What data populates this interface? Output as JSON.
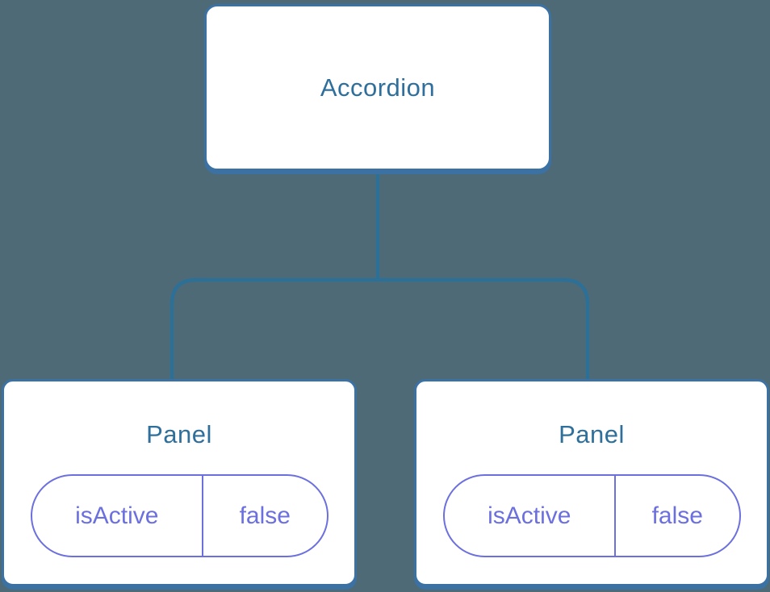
{
  "diagram": {
    "description": "component-tree",
    "root": {
      "label": "Accordion"
    },
    "children": [
      {
        "label": "Panel",
        "prop": {
          "name": "isActive",
          "value": "false"
        }
      },
      {
        "label": "Panel",
        "prop": {
          "name": "isActive",
          "value": "false"
        }
      }
    ],
    "colors": {
      "background": "#4E6A76",
      "node_fill": "#FFFFFF",
      "node_border": "#3B71A3",
      "title_text": "#2E6F9B",
      "connector": "#2C7097",
      "prop_accent": "#6C70DE"
    }
  }
}
